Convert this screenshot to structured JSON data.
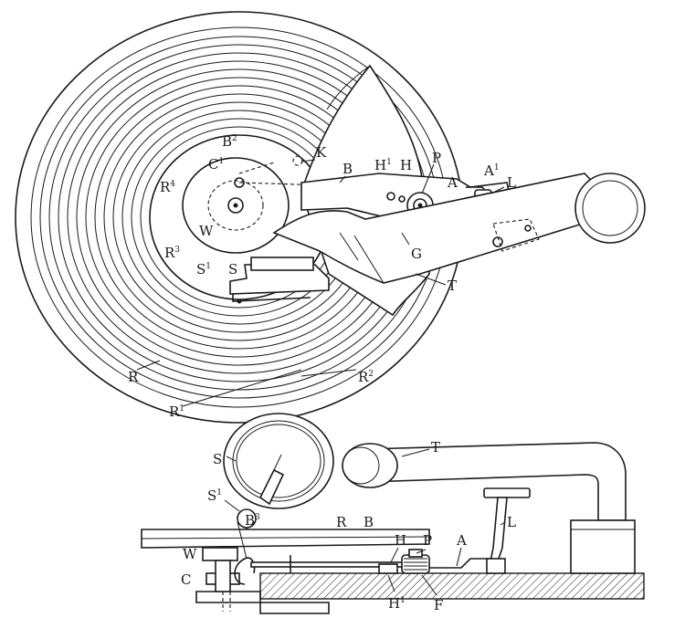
{
  "diagram": {
    "top_view_labels": {
      "B2": "B",
      "K": "K",
      "C1": "C",
      "B": "B",
      "H1": "H",
      "H": "H",
      "P": "P",
      "A1": "A",
      "A": "A",
      "L": "L",
      "R4": "R",
      "R3": "R",
      "W": "W",
      "G": "G",
      "S1": "S",
      "S": "S",
      "T": "T",
      "R": "R",
      "R2": "R",
      "R1": "R"
    },
    "top_view_sup": {
      "B2": "2",
      "C1": "1",
      "H1": "1",
      "A1": "1",
      "R4": "4",
      "R3": "3",
      "S1": "1",
      "R2": "2",
      "R1": "1"
    },
    "side_view_labels": {
      "S": "S",
      "T": "T",
      "S1": "S",
      "B3": "B",
      "R": "R",
      "B": "B",
      "H": "H",
      "P": "P",
      "A": "A",
      "L": "L",
      "W": "W",
      "C": "C",
      "H1": "H",
      "F": "F"
    },
    "side_view_sup": {
      "S1": "1",
      "B3": "3",
      "H1": "1"
    }
  }
}
